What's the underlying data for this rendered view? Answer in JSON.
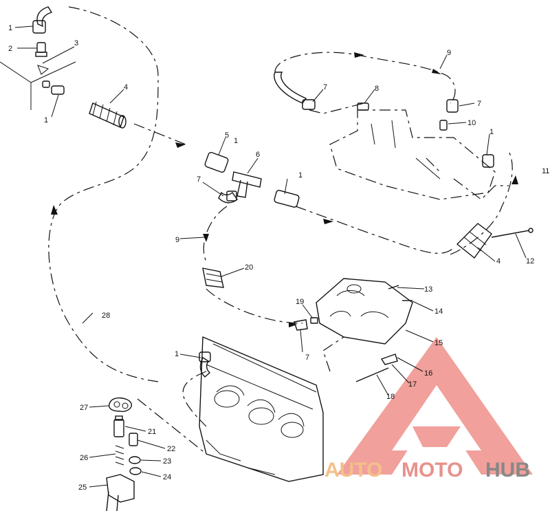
{
  "callouts": [
    {
      "id": "c1a",
      "text": "1"
    },
    {
      "id": "c2",
      "text": "2"
    },
    {
      "id": "c3",
      "text": "3"
    },
    {
      "id": "c4a",
      "text": "4"
    },
    {
      "id": "c1b",
      "text": "1"
    },
    {
      "id": "c9a",
      "text": "9"
    },
    {
      "id": "c7a",
      "text": "7"
    },
    {
      "id": "c8",
      "text": "8"
    },
    {
      "id": "c7b",
      "text": "7"
    },
    {
      "id": "c10",
      "text": "10"
    },
    {
      "id": "c5",
      "text": "5"
    },
    {
      "id": "c1c",
      "text": "1"
    },
    {
      "id": "c6",
      "text": "6"
    },
    {
      "id": "c1d",
      "text": "1"
    },
    {
      "id": "c11",
      "text": "11"
    },
    {
      "id": "c7c",
      "text": "7"
    },
    {
      "id": "c1e",
      "text": "1"
    },
    {
      "id": "c9b",
      "text": "9"
    },
    {
      "id": "c4b",
      "text": "4"
    },
    {
      "id": "c12",
      "text": "12"
    },
    {
      "id": "c20",
      "text": "20"
    },
    {
      "id": "c13",
      "text": "13"
    },
    {
      "id": "c19",
      "text": "19"
    },
    {
      "id": "c14",
      "text": "14"
    },
    {
      "id": "c28",
      "text": "28"
    },
    {
      "id": "c15",
      "text": "15"
    },
    {
      "id": "c7d",
      "text": "7"
    },
    {
      "id": "c1f",
      "text": "1"
    },
    {
      "id": "c16",
      "text": "16"
    },
    {
      "id": "c17",
      "text": "17"
    },
    {
      "id": "c18",
      "text": "18"
    },
    {
      "id": "c27",
      "text": "27"
    },
    {
      "id": "c21",
      "text": "21"
    },
    {
      "id": "c22",
      "text": "22"
    },
    {
      "id": "c26",
      "text": "26"
    },
    {
      "id": "c23",
      "text": "23"
    },
    {
      "id": "c24",
      "text": "24"
    },
    {
      "id": "c25",
      "text": "25"
    }
  ],
  "watermark": {
    "part1": "AUTO",
    "part2": "MOTO",
    "part3": "HUB",
    "triangle_color": "#ef8f8a",
    "auto_color": "#f3c08a",
    "hub_color": "#888888"
  }
}
